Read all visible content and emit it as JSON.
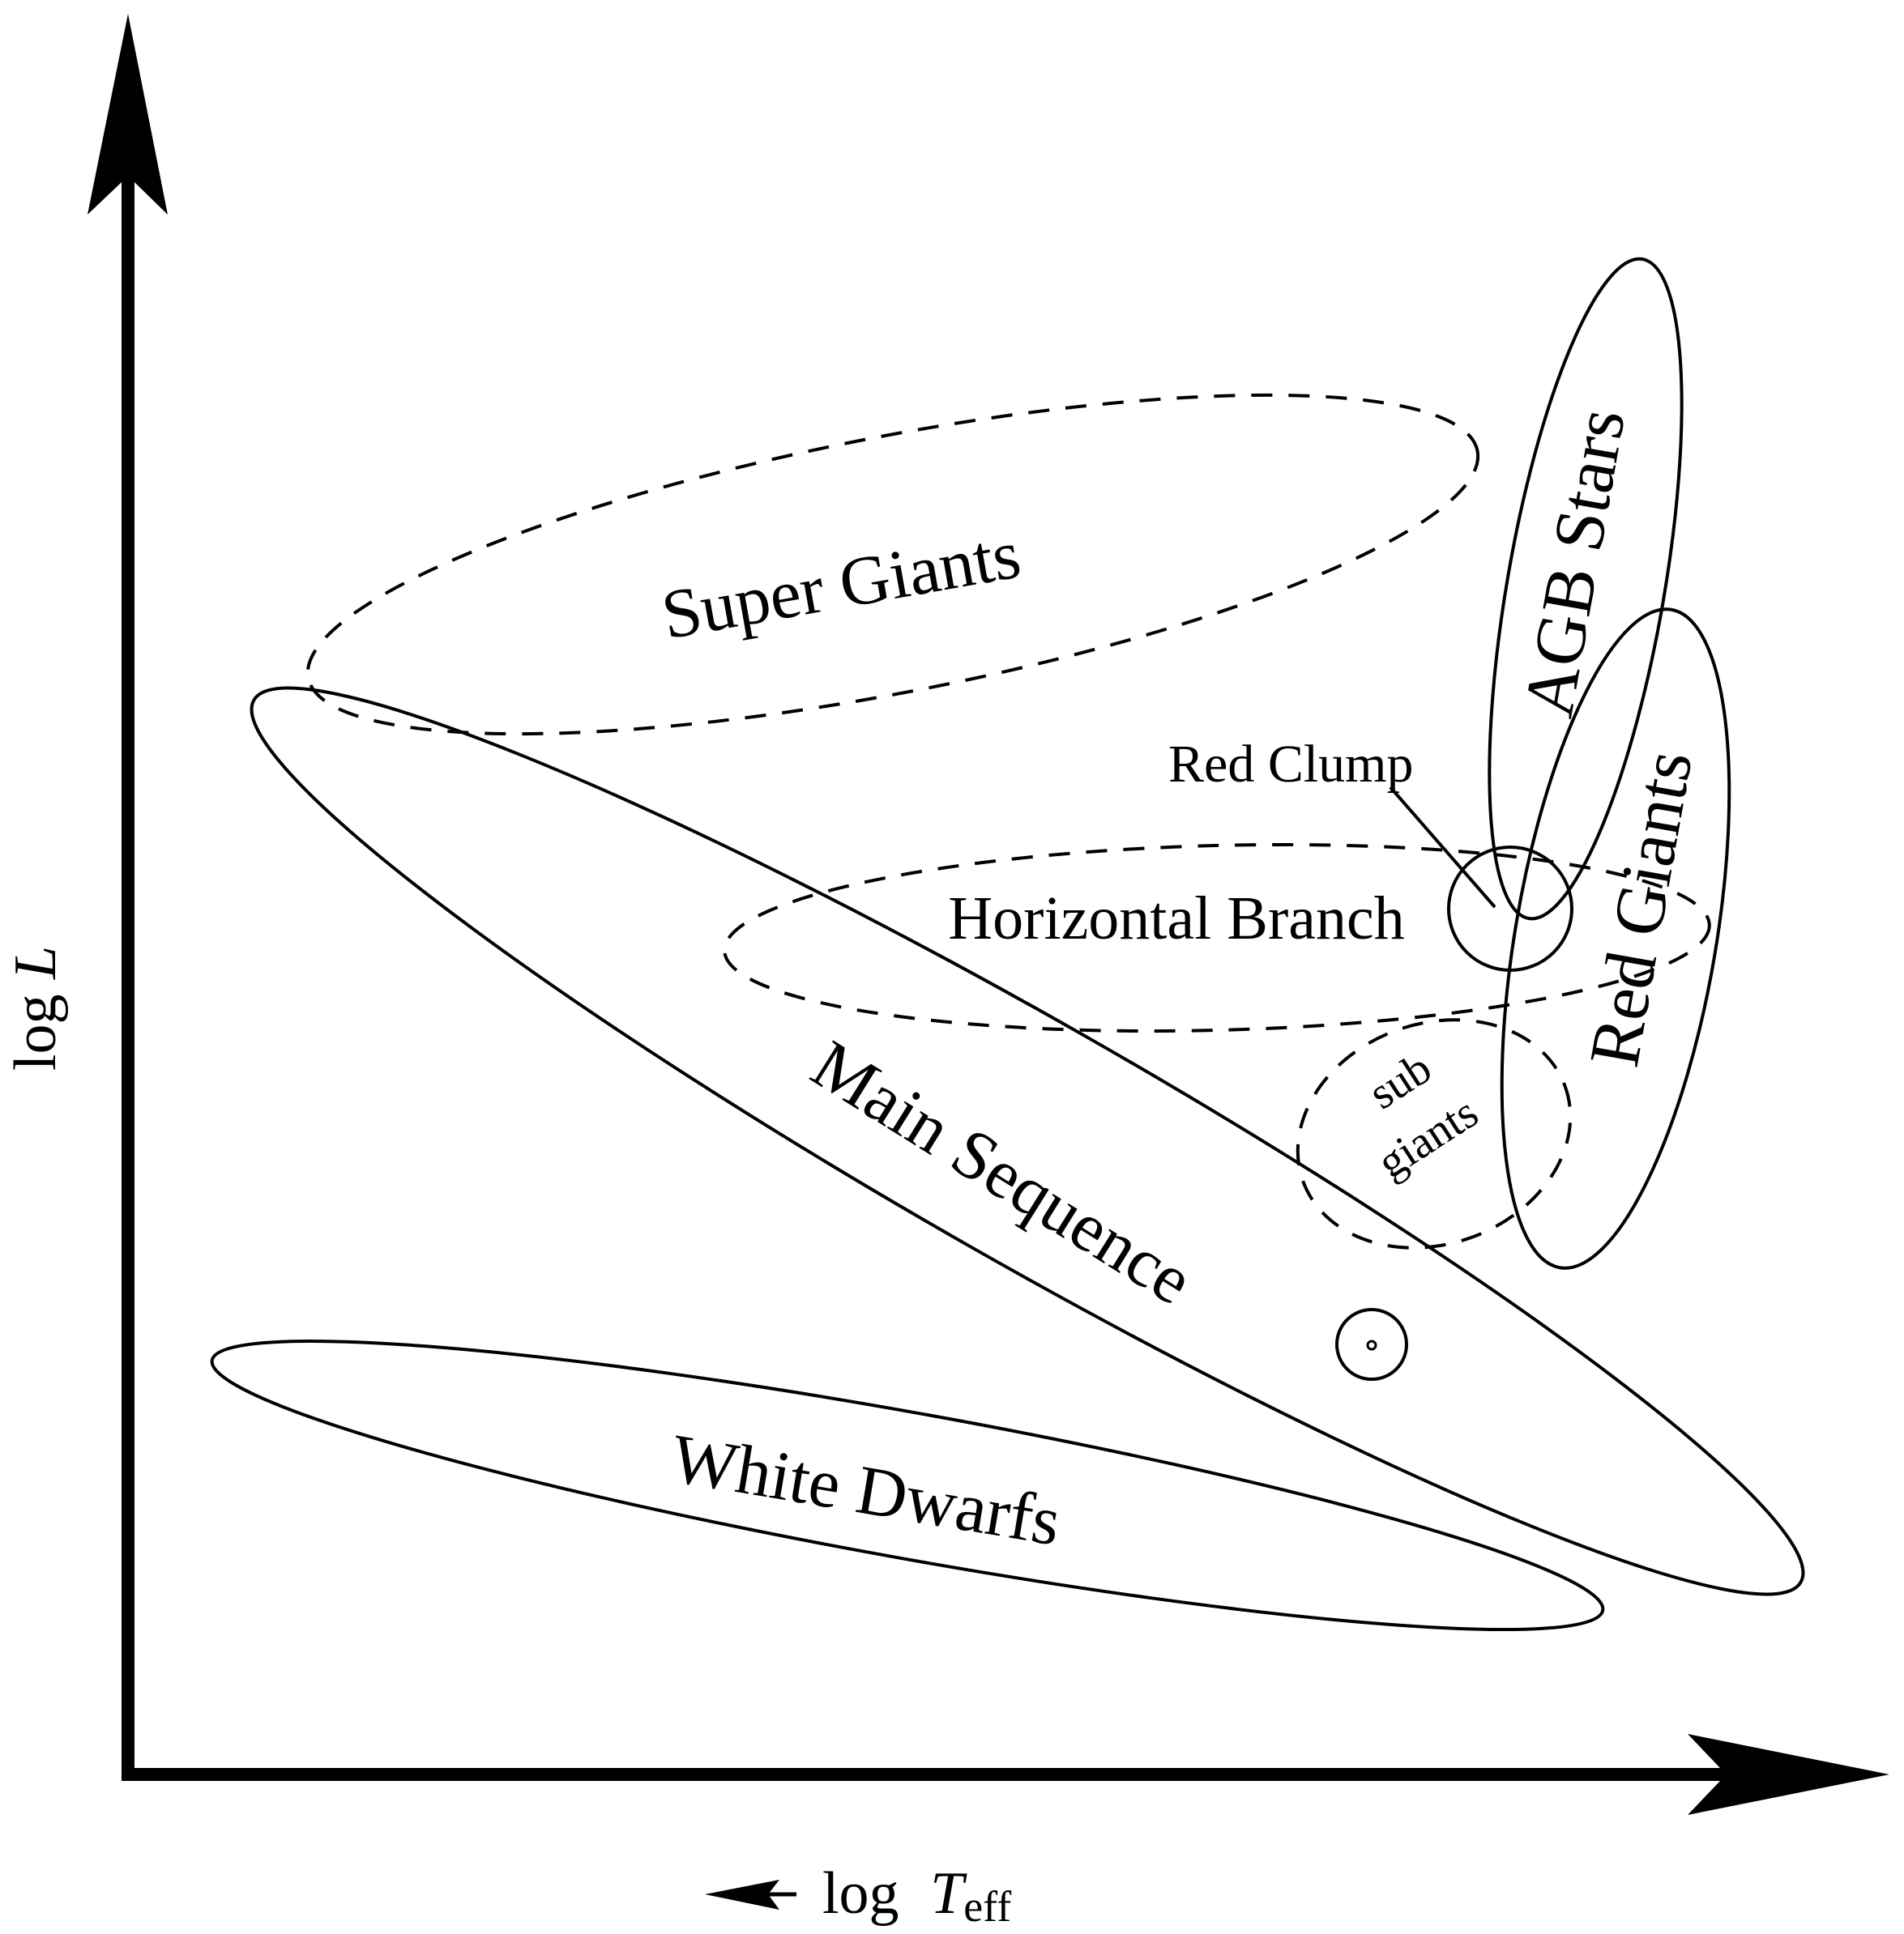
{
  "diagram": {
    "title": "Hertzsprung-Russell diagram regions",
    "axes": {
      "y_label_prefix": "log ",
      "y_label_var": "L",
      "x_label_prefix": "log ",
      "x_label_var": "T",
      "x_label_sub": "eff",
      "x_direction_note": "temperature increases to the left"
    },
    "regions": [
      {
        "id": "super-giants",
        "label": "Super Giants",
        "style": "dashed"
      },
      {
        "id": "main-sequence",
        "label": "Main Sequence",
        "style": "solid"
      },
      {
        "id": "white-dwarfs",
        "label": "White Dwarfs",
        "style": "solid"
      },
      {
        "id": "horizontal-branch",
        "label": "Horizontal Branch",
        "style": "dashed"
      },
      {
        "id": "sub-giants",
        "label_line1": "sub",
        "label_line2": "giants",
        "style": "dashed"
      },
      {
        "id": "agb-stars",
        "label": "AGB Stars",
        "style": "solid"
      },
      {
        "id": "red-giants",
        "label": "Red Giants",
        "style": "solid"
      },
      {
        "id": "red-clump",
        "label": "Red Clump",
        "style": "solid"
      }
    ],
    "sun_symbol": {
      "name": "sun-symbol",
      "glyph": "☉"
    }
  }
}
